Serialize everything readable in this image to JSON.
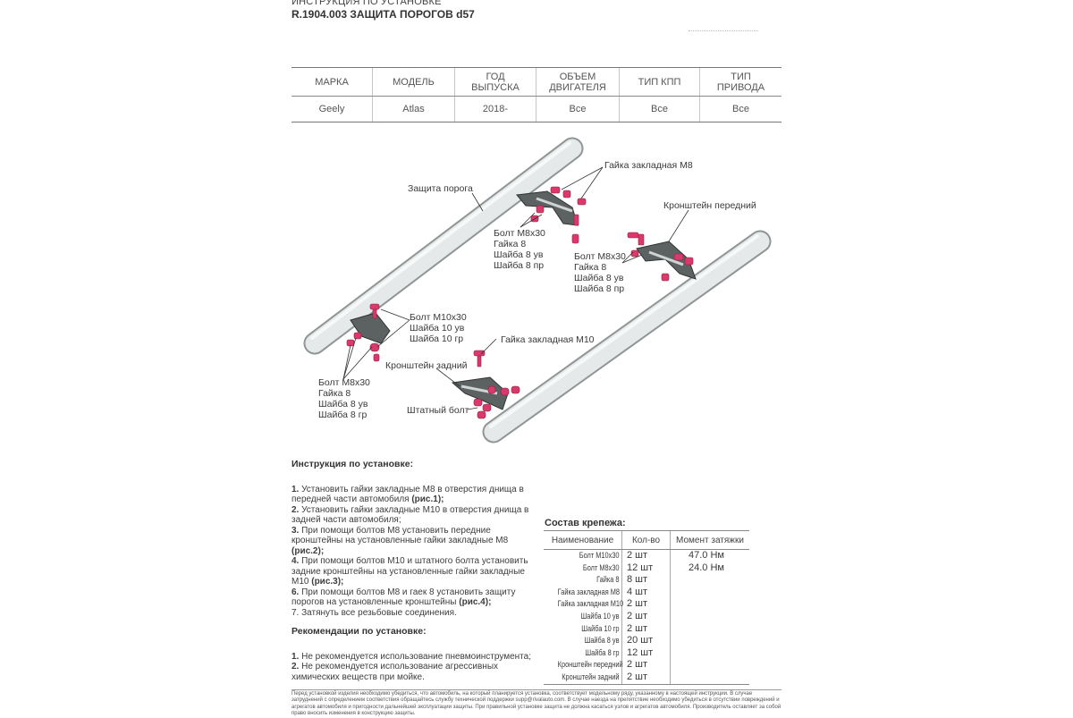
{
  "header": {
    "line1": "ИНСТРУКЦИЯ ПО УСТАНОВКЕ",
    "line2": "R.1904.003 ЗАЩИТА ПОРОГОВ d57"
  },
  "vehicle_table": {
    "headers": [
      "МАРКА",
      "МОДЕЛЬ",
      "ГОД\nВЫПУСКА",
      "ОБЪЕМ\nДВИГАТЕЛЯ",
      "ТИП КПП",
      "ТИП\nПРИВОДА"
    ],
    "values": [
      "Geely",
      "Atlas",
      "2018-",
      "Все",
      "Все",
      "Все"
    ]
  },
  "diagram": {
    "label_guard": "Защита порога",
    "label_nut_m8": "Гайка закладная М8",
    "label_front_bracket": "Кронштейн передний",
    "group_front_left": [
      "Болт М8х30",
      "Гайка 8",
      "Шайба 8 ув",
      "Шайба 8 пр"
    ],
    "group_front_right": [
      "Болт М8х30",
      "Гайка 8",
      "Шайба 8 ув",
      "Шайба 8 пр"
    ],
    "group_m10": [
      "Болт М10х30",
      "Шайба 10 ув",
      "Шайба 10 гр"
    ],
    "label_nut_m10": "Гайка закладная М10",
    "label_rear_bracket": "Кронштейн задний",
    "group_rear": [
      "Болт М8х30",
      "Гайка 8",
      "Шайба 8 ув",
      "Шайба 8 гр"
    ],
    "label_std_bolt": "Штатный болт"
  },
  "instructions": {
    "title": "Инструкция по установке:",
    "steps": [
      {
        "num": "1.",
        "text": " Установить гайки закладные М8 в отверстия днища в передней части автомобиля ",
        "ref": "(рис.1);"
      },
      {
        "num": "2.",
        "text": " Установить гайки закладные М10 в отверстия днища в задней части автомобиля;",
        "ref": ""
      },
      {
        "num": "3.",
        "text": " При помощи болтов М8 установить передние кронштейны на установленные гайки закладные М8 ",
        "ref": "(рис.2);"
      },
      {
        "num": "4.",
        "text": " При помощи болтов М10 и штатного болта установить задние кронштейны на установленные гайки закладные М10 ",
        "ref": "(рис.3);"
      },
      {
        "num": "6.",
        "text": " При помощи болтов М8 и гаек 8 установить защиту порогов на установленные кронштейны ",
        "ref": "(рис.4);"
      },
      {
        "num": "",
        "text": "7. Затянуть все резьбовые соединения.",
        "ref": ""
      }
    ],
    "rec_title": "Рекомендации по установке:",
    "recs": [
      {
        "num": "1.",
        "text": " Не рекомендуется использование пневмоинструмента;"
      },
      {
        "num": "2.",
        "text": " Не рекомендуется использование агрессивных химических веществ при мойке."
      }
    ]
  },
  "fasteners": {
    "title": "Состав крепежа:",
    "headers": [
      "Наименование",
      "Кол-во",
      "Момент затяжки"
    ],
    "items": [
      {
        "name": "Болт М10х30",
        "qty": "2 шт",
        "torque": "47.0 Нм"
      },
      {
        "name": "Болт М8х30",
        "qty": "12 шт",
        "torque": "24.0 Нм"
      },
      {
        "name": "Гайка 8",
        "qty": "8 шт",
        "torque": ""
      },
      {
        "name": "Гайка закладная М8",
        "qty": "4 шт",
        "torque": ""
      },
      {
        "name": "Гайка закладная М10",
        "qty": "2 шт",
        "torque": ""
      },
      {
        "name": "Шайба 10 ув",
        "qty": "2 шт",
        "torque": ""
      },
      {
        "name": "Шайба 10 гр",
        "qty": "2 шт",
        "torque": ""
      },
      {
        "name": "Шайба 8 ув",
        "qty": "20 шт",
        "torque": ""
      },
      {
        "name": "Шайба 8 гр",
        "qty": "12 шт",
        "torque": ""
      },
      {
        "name": "Кронштейн передний",
        "qty": "2 шт",
        "torque": ""
      },
      {
        "name": "Кронштейн задний",
        "qty": "2 шт",
        "torque": ""
      }
    ]
  },
  "footer": {
    "text": "Перед установкой изделия необходимо убедиться, что автомобиль, на который планируется установка, соответствует модельному ряду, указанному в настоящей инструкции. В случае затруднений с определением соответствия обращайтесь службу технической поддержки supp@rivalauto.com. В случае наезда на препятствие необходимо убедиться в отсутствии повреждений и агрегатов автомобиля и пригодности дальнейшей эксплуатации защиты. При правильной установке защита не должна касаться узлов и агрегатов автомобиля. Производитель оставляет за собой право вносить изменения в конструкцию защиты."
  },
  "colors": {
    "fastener": "#d93a6b",
    "tube": "#e3e6e6",
    "bracket": "#555a5a"
  }
}
